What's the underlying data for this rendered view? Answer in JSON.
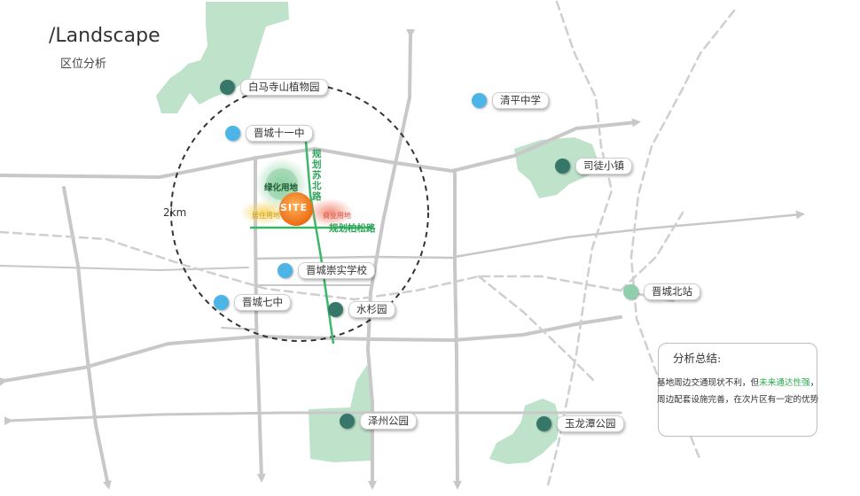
{
  "header": {
    "title": "/Landscape",
    "subtitle": "区位分析"
  },
  "radius_label": "2km",
  "site": {
    "label": "SITE"
  },
  "zones": {
    "green": "绿化用地",
    "residential": "居住用地",
    "commercial": "商业用地"
  },
  "roads": {
    "north_south": "规划苏北路",
    "east_west": "规划柏松路"
  },
  "pois": [
    {
      "name": "白马寺山植物园",
      "type": "park"
    },
    {
      "name": "清平中学",
      "type": "school"
    },
    {
      "name": "晋城十一中",
      "type": "school"
    },
    {
      "name": "司徒小镇",
      "type": "park"
    },
    {
      "name": "晋城崇实学校",
      "type": "school"
    },
    {
      "name": "晋城北站",
      "type": "station"
    },
    {
      "name": "晋城七中",
      "type": "school"
    },
    {
      "name": "水杉园",
      "type": "park"
    },
    {
      "name": "泽州公园",
      "type": "park"
    },
    {
      "name": "玉龙潭公园",
      "type": "park"
    }
  ],
  "summary": {
    "title": "分析总结:",
    "text_before": "基地周边交通现状不利，但",
    "highlight": "未来通达性强",
    "text_after": "，周边配套设施完善，在次片区有一定的优势"
  },
  "colors": {
    "park_fill": "#b8dfc4",
    "road": "#c8c8c8",
    "planned_road": "#3ab868",
    "site": "#f07d1a",
    "park_marker": "#37776a",
    "school_marker": "#4bb5e7",
    "station_marker": "#8fcfae"
  }
}
